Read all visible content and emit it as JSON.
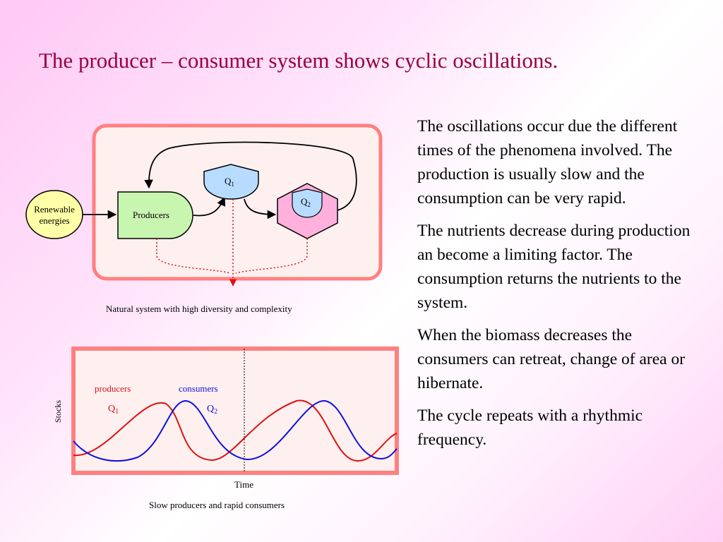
{
  "slide": {
    "title": "The producer – consumer system shows cyclic oscillations.",
    "paragraphs": [
      "The oscillations occur due the different times of the phenomena involved. The production is usually slow and the consumption can be very rapid.",
      "The nutrients decrease during production an become a limiting factor. The consumption returns the nutrients to the system.",
      "When the biomass  decreases the consumers can retreat, change of area or hibernate.",
      "The cycle repeats with a rhythmic frequency."
    ]
  },
  "diagram": {
    "renewable_line1": "Renewable",
    "renewable_line2": "energies",
    "producers": "Producers",
    "q1_base": "Q",
    "q1_sub": "1",
    "q2_base": "Q",
    "q2_sub": "2",
    "caption": "Natural system with high diversity and complexity"
  },
  "graph": {
    "label_producers": "producers",
    "label_consumers": "consumers",
    "q1_base": "Q",
    "q1_sub": "1",
    "q2_base": "Q",
    "q2_sub": "2",
    "ylabel": "Stocks",
    "xlabel": "Time",
    "caption": "Slow producers and rapid consumers"
  },
  "colors": {
    "title": "#99003d",
    "frame": "#ff8080",
    "frame_fill": "#fff0f0",
    "renewable_fill": "#ffffa8",
    "producers_fill": "#c8f5b0",
    "q1_fill": "#b8dcff",
    "q2_outer_fill": "#ffb0dc",
    "q2_inner_fill": "#b8dcff",
    "producers_curve": "#e01010",
    "consumers_curve": "#1010e0",
    "flow_dotted": "#e01010"
  }
}
